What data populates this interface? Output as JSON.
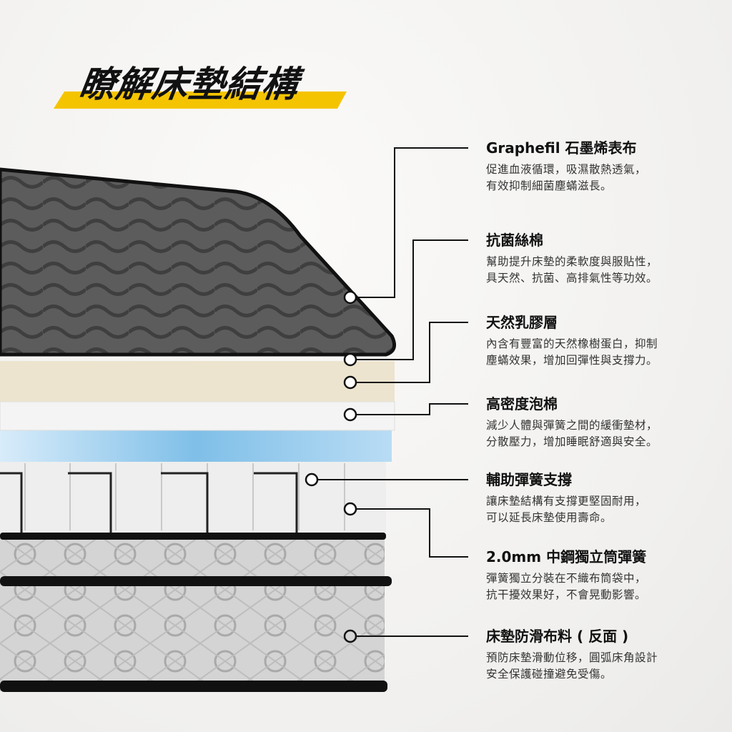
{
  "title": "瞭解床墊結構",
  "colors": {
    "accent": "#f5c400",
    "text": "#111111"
  },
  "layers": [
    {
      "name": "Graphefil 石墨烯表布",
      "desc": [
        "促進血液循環，吸濕散熱透氣，",
        "有效抑制細菌塵蟎滋長。"
      ]
    },
    {
      "name": "抗菌絲棉",
      "desc": [
        "幫助提升床墊的柔軟度與服貼性，",
        "具天然、抗菌、高排氣性等功效。"
      ]
    },
    {
      "name": "天然乳膠層",
      "desc": [
        "內含有豐富的天然橡樹蛋白，抑制",
        "塵蟎效果，增加回彈性與支撐力。"
      ]
    },
    {
      "name": "高密度泡棉",
      "desc": [
        "減少人體與彈簧之間的緩衝墊材，",
        "分散壓力，增加睡眠舒適與安全。"
      ]
    },
    {
      "name": "輔助彈簧支撐",
      "desc": [
        "讓床墊結構有支撐更堅固耐用，",
        "可以延長床墊使用壽命。"
      ]
    },
    {
      "name": "2.0mm 中鋼獨立筒彈簧",
      "desc": [
        "彈簧獨立分裝在不織布筒袋中，",
        "抗干擾效果好，不會晃動影響。"
      ]
    },
    {
      "name": "床墊防滑布料 ( 反面 )",
      "desc": [
        "預防床墊滑動位移，圓弧床角設計",
        "安全保護碰撞避免受傷。"
      ]
    }
  ]
}
